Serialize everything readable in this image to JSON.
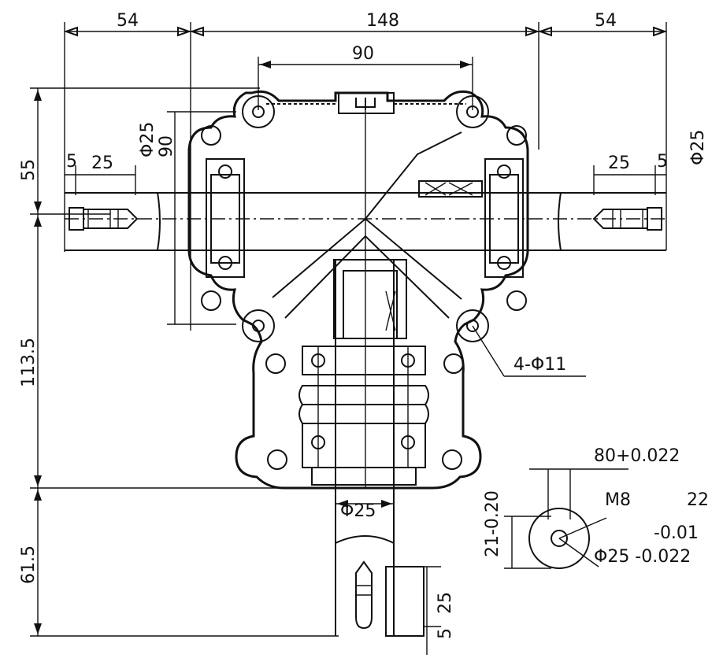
{
  "drawing": {
    "dimensions": {
      "top_left_54": "54",
      "top_148": "148",
      "top_right_54": "54",
      "bolt_spacing_90": "90",
      "left_55": "55",
      "left_113_5": "113.5",
      "left_61_5": "61.5",
      "left_phi25": "Φ25",
      "left_90": "90",
      "right_phi25": "Φ25",
      "left_shaft_5": "5",
      "left_shaft_25": "25",
      "right_shaft_25": "25",
      "right_shaft_5": "5",
      "bottom_phi25": "Φ25",
      "bottom_key_25": "25",
      "bottom_key_5": "5",
      "bolt_holes": "4-Φ11"
    },
    "detail": {
      "key_width": "80+0.022",
      "depth": "21-0.20",
      "thread": "M8",
      "length_22": "22",
      "tol_minus": "-0.01",
      "shaft_dia": "Φ25 -0.022"
    }
  }
}
